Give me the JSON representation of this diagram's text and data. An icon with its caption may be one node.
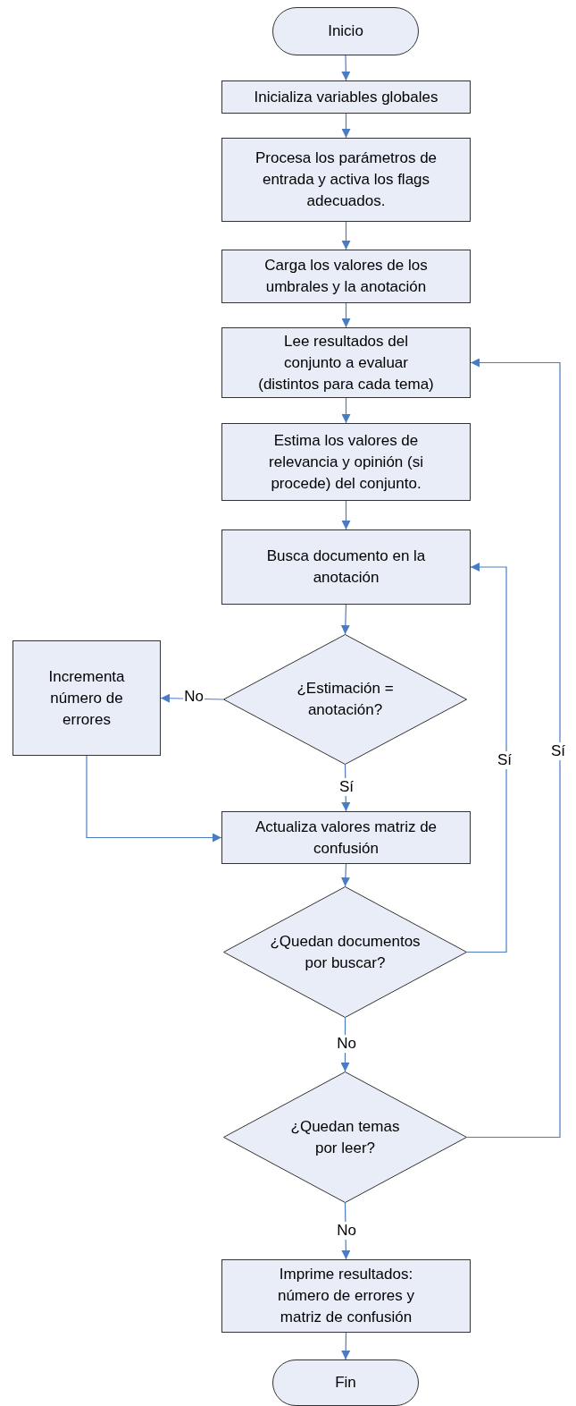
{
  "diagram": {
    "nodes": [
      {
        "text": [
          "Inicio"
        ]
      },
      {
        "text": [
          "Inicializa variables globales"
        ]
      },
      {
        "text": [
          "Procesa los parámetros de entrada y activa los flags adecuados."
        ]
      },
      {
        "text": [
          "Carga los valores de los umbrales y la anotación"
        ]
      },
      {
        "text": [
          "Lee resultados del conjunto a evaluar (distintos para cada tema)"
        ]
      },
      {
        "text": [
          "Estima los valores de relevancia y opinión (si procede) del conjunto."
        ]
      },
      {
        "text": [
          "Busca documento en la anotación"
        ]
      },
      {
        "text": [
          "¿Estimación = anotación?"
        ]
      },
      {
        "text": [
          "Incrementa número de errores"
        ]
      },
      {
        "text": [
          "Actualiza valores matriz de confusión"
        ]
      },
      {
        "text": [
          "¿Quedan documentos por buscar?"
        ]
      },
      {
        "text": [
          "¿Quedan temas por leer?"
        ]
      },
      {
        "text": [
          "Imprime resultados: número de errores y matriz de confusión"
        ]
      },
      {
        "text": [
          "Fin"
        ]
      }
    ],
    "edges": [
      {
        "from": 0,
        "to": 1,
        "arrow": "to"
      },
      {
        "from": 1,
        "to": 2,
        "arrow": "to"
      },
      {
        "from": 2,
        "to": 3,
        "arrow": "to"
      },
      {
        "from": 3,
        "to": 4,
        "arrow": "to"
      },
      {
        "from": 4,
        "to": 5,
        "arrow": "to"
      },
      {
        "from": 5,
        "to": 6,
        "arrow": "to"
      },
      {
        "from": 6,
        "to": 7,
        "arrow": "to"
      },
      {
        "from": 7,
        "to": 8,
        "arrow": "to",
        "label": "No"
      },
      {
        "from": 7,
        "to": 9,
        "arrow": "to",
        "label": "Sí"
      },
      {
        "from": 8,
        "to": 9,
        "arrow": "to"
      },
      {
        "from": 9,
        "to": 10,
        "arrow": "to"
      },
      {
        "from": 10,
        "to": 6,
        "arrow": "to",
        "label": "Sí"
      },
      {
        "from": 10,
        "to": 11,
        "arrow": "to",
        "label": "No"
      },
      {
        "from": 11,
        "to": 4,
        "arrow": "to",
        "label": "Sí"
      },
      {
        "from": 11,
        "to": 12,
        "arrow": "to",
        "label": "No"
      },
      {
        "from": 12,
        "to": 13,
        "arrow": "to"
      }
    ]
  }
}
